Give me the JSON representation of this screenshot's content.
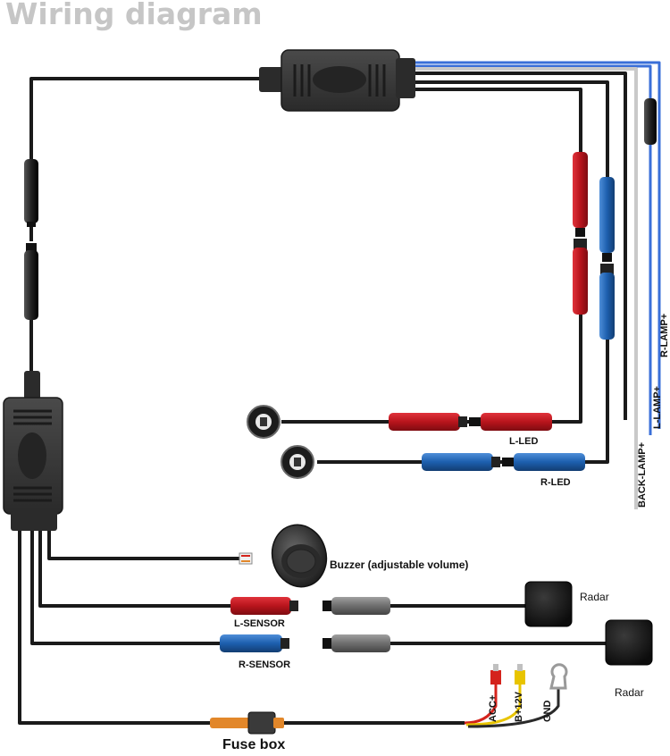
{
  "title": "Wiring diagram",
  "labels": {
    "l_led": "L-LED",
    "r_led": "R-LED",
    "buzzer": "Buzzer (adjustable volume)",
    "radar": "Radar",
    "l_sensor": "L-SENSOR",
    "r_sensor": "R-SENSOR",
    "fuse_box": "Fuse box",
    "acc": "ACC+",
    "b12v": "B+12V",
    "gnd": "GND",
    "r_lamp": "R-LAMP+",
    "l_lamp": "L-LAMP+",
    "back_lamp": "BACK-LAMP+"
  },
  "colors": {
    "wire": "#1a1a1a",
    "box": "#3a3a3a",
    "red_connector": "#b8141c",
    "blue_connector": "#1d5fae",
    "grey_connector": "#7a7a7a",
    "blue_wire": "#3a6fd8",
    "grey_wire": "#c9c9c9",
    "acc_wire": "#d4231c",
    "b12v_wire": "#e8c400",
    "fuse_orange": "#e2872a"
  }
}
